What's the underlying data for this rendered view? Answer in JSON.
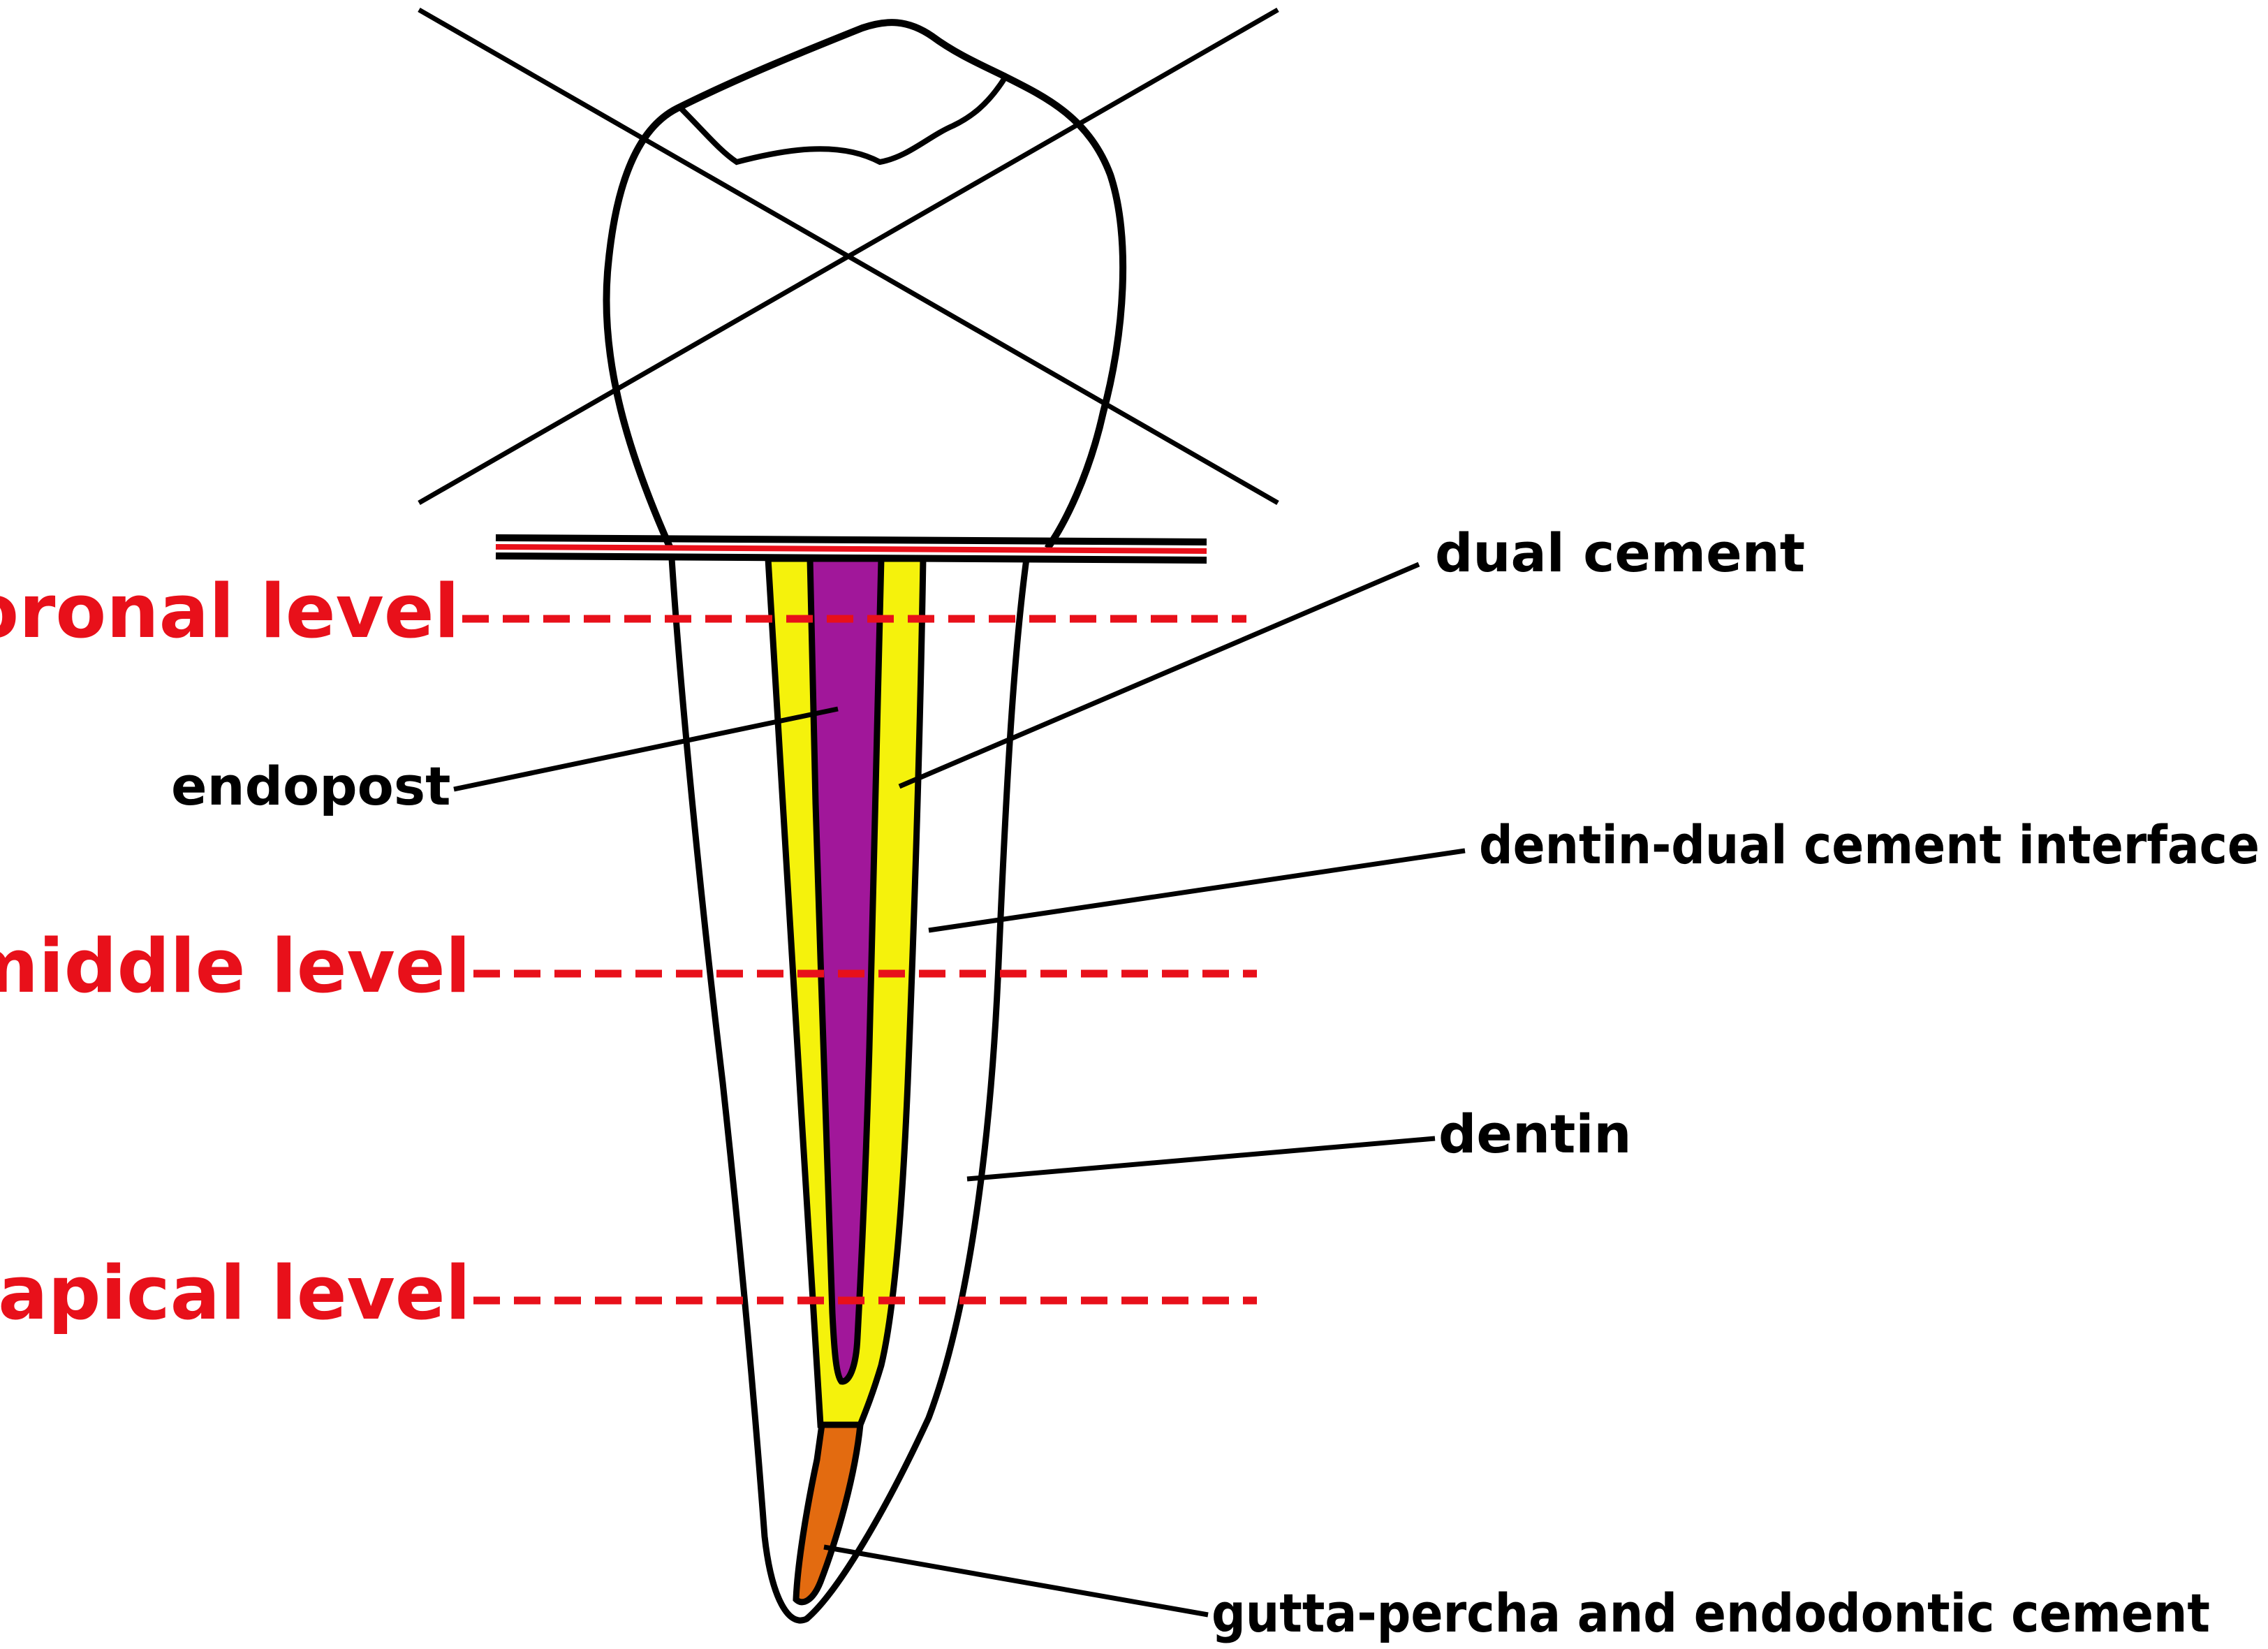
{
  "labels": {
    "dual_cement": "dual cement",
    "endopost": "endopost",
    "interface": "dentin-dual cement interface",
    "dentin": "dentin",
    "gutta_percha": "gutta-percha and endodontic cement"
  },
  "levels": {
    "coronal": "coronal level",
    "middle": "middle level",
    "apical": "apical level"
  },
  "colors": {
    "outline": "#000000",
    "level": "#e8101a",
    "post": "#a1179a",
    "cement": "#f5f20c",
    "gutta_percha": "#e36b10",
    "dentin": "#ffffff"
  }
}
